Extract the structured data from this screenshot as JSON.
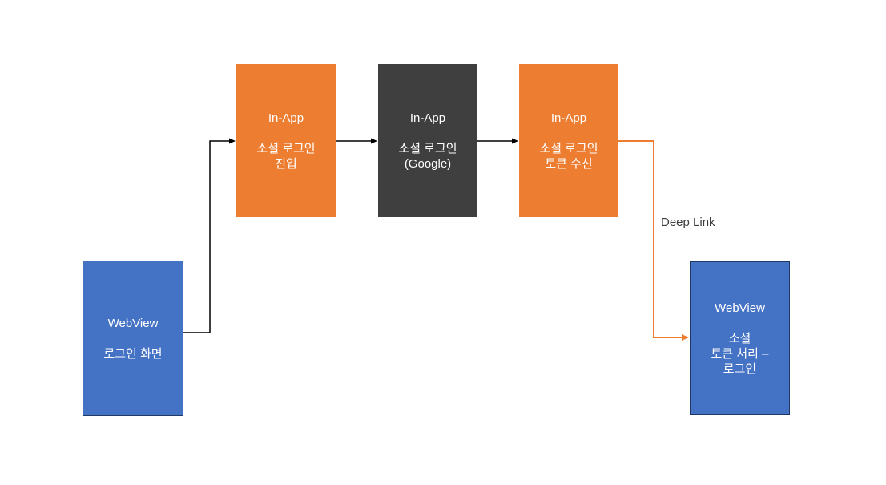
{
  "diagram": {
    "title_hint": "Social login flow diagram",
    "colors": {
      "background": "#ffffff",
      "orange_box": "#ED7D31",
      "dark_box": "#3F3F3F",
      "blue_box": "#4472C4",
      "blue_box_border": "#1F3864",
      "black_connector": "#000000",
      "orange_connector": "#ED7D31",
      "box_text": "#ffffff",
      "label_text": "#3b3b3b"
    },
    "nodes": [
      {
        "id": "webview-login",
        "title": "WebView",
        "lines": [
          "로그인 화면"
        ]
      },
      {
        "id": "inapp-entry",
        "title": "In-App",
        "lines": [
          "소셜 로그인",
          "진입"
        ]
      },
      {
        "id": "inapp-google",
        "title": "In-App",
        "lines": [
          "소셜 로그인",
          "(Google)"
        ]
      },
      {
        "id": "inapp-token",
        "title": "In-App",
        "lines": [
          "소셜 로그인",
          "토큰 수신"
        ]
      },
      {
        "id": "webview-token",
        "title": "WebView",
        "lines": [
          "소셜",
          "토큰 처리 –",
          "로그인"
        ]
      }
    ],
    "edge_label": "Deep Link"
  }
}
